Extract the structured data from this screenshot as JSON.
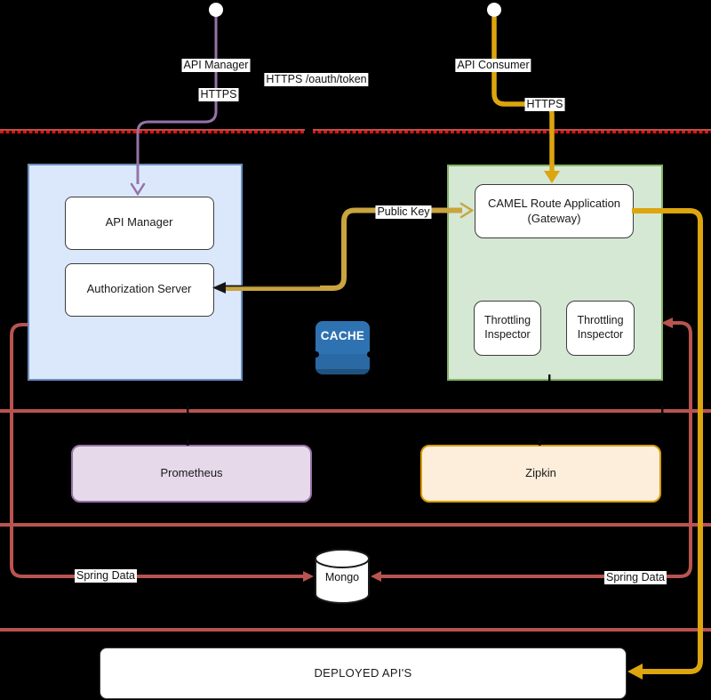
{
  "colors": {
    "zone_blue_fill": "#dbe8fc",
    "zone_blue_stroke": "#6c8ebf",
    "zone_green_fill": "#d5e8d4",
    "zone_green_stroke": "#82b366",
    "prometheus_fill": "#e5d9ea",
    "prometheus_stroke": "#9673a6",
    "zipkin_fill": "#fdeedc",
    "zipkin_stroke": "#d79b00",
    "cache_blue": "#2e72b1",
    "node_stroke": "#3c3c3c",
    "purple": "#9673a6",
    "gold": "#dda50e",
    "gold_tan": "#c9a43f",
    "red": "#b85450",
    "dash_red": "#e01414",
    "dash_base": "#bb5045",
    "black_line": "#151515",
    "white": "#ffffff"
  },
  "edge_labels": {
    "api_manager": "API Manager",
    "https_manager": "HTTPS",
    "oauth_token": "HTTPS /oauth/token",
    "api_consumer": "API Consumer",
    "https_consumer": "HTTPS",
    "public_key": "Public Key",
    "spring_data_left": "Spring Data",
    "spring_data_right": "Spring Data"
  },
  "nodes": {
    "api_manager": "API Manager",
    "auth_server": "Authorization Server",
    "camel_gateway_line1": "CAMEL Route Application",
    "camel_gateway_line2": "(Gateway)",
    "throttling_left_line1": "Throttling",
    "throttling_left_line2": "Inspector",
    "throttling_right_line1": "Throttling",
    "throttling_right_line2": "Inspector",
    "cache": "CACHE",
    "prometheus": "Prometheus",
    "zipkin": "Zipkin",
    "mongo": "Mongo",
    "deployed_apis": "DEPLOYED API'S"
  }
}
